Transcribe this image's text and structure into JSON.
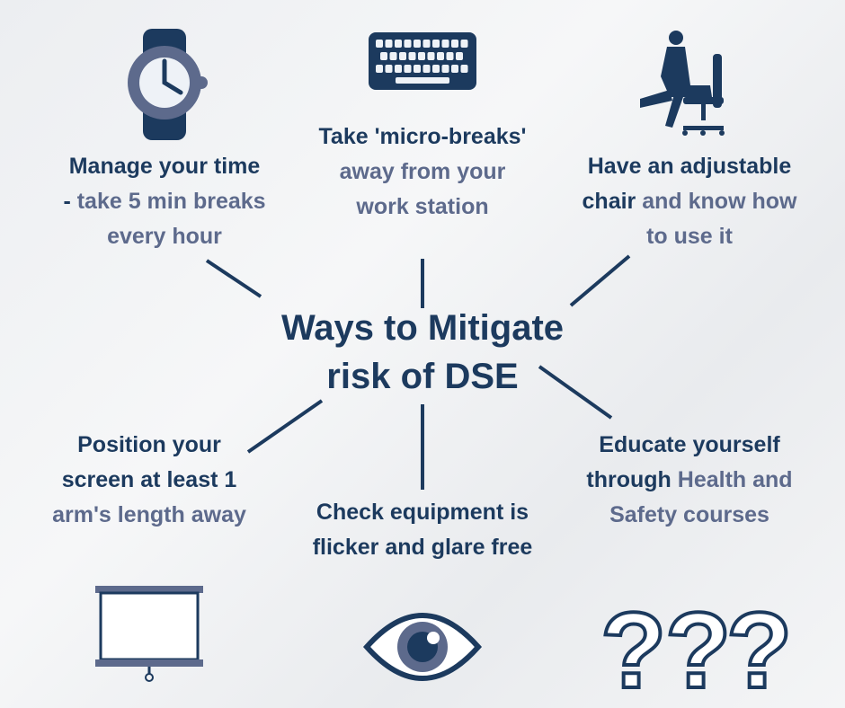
{
  "title": [
    "Ways to Mitigate",
    "risk of DSE"
  ],
  "items": [
    {
      "dark": "Manage your time - ",
      "light": "take 5 min breaks every hour",
      "icon": "watch-icon"
    },
    {
      "dark": "Take 'micro-breaks' ",
      "light": "away from your work station",
      "icon": "keyboard-icon"
    },
    {
      "dark": "Have an adjustable chair ",
      "light": "and know how to use it",
      "icon": "office-chair-icon"
    },
    {
      "dark": "Position your screen at least 1 ",
      "light": "arm's length away",
      "icon": "projector-screen-icon"
    },
    {
      "dark": "Check equipment is flicker and glare free",
      "light": "",
      "icon": "eye-icon"
    },
    {
      "dark": "Educate yourself through ",
      "light": "Health and Safety courses",
      "icon": "question-marks-icon"
    }
  ],
  "colors": {
    "dark": "#1c3a5e",
    "light": "#5d6a8c"
  }
}
